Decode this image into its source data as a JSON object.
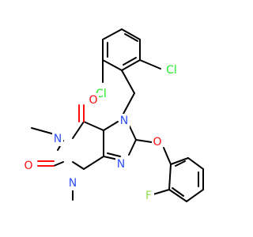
{
  "atoms": {
    "cl_top": "Cl",
    "cl_left": "Cl",
    "o_top": "O",
    "o_left": "O",
    "n7": "N",
    "n1": "N",
    "n3": "N",
    "n9": "N",
    "o_ether": "O",
    "f": "F"
  },
  "colors": {
    "carbon": "#000000",
    "oxygen": "#ff0d0d",
    "nitrogen": "#3050f8",
    "chlorine": "#1ff01f",
    "fluorine": "#90e050"
  }
}
